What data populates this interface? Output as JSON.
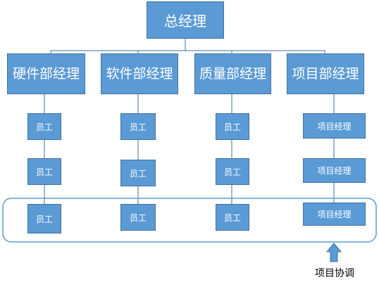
{
  "colors": {
    "box_fill": "#5B9BD5",
    "box_border": "#41719C",
    "connector": "#41719C",
    "group_outline": "#5B9BD5",
    "arrow": "#5B9BD5"
  },
  "top": {
    "label": "总经理"
  },
  "managers": [
    {
      "label": "硬件部经理"
    },
    {
      "label": "软件部经理"
    },
    {
      "label": "质量部经理"
    },
    {
      "label": "项目部经理"
    }
  ],
  "columns": [
    {
      "items": [
        "员工",
        "员工",
        "员工"
      ]
    },
    {
      "items": [
        "员工",
        "员工",
        "员工"
      ]
    },
    {
      "items": [
        "员工",
        "员工",
        "员工"
      ]
    },
    {
      "items": [
        "项目经理",
        "项目经理",
        "项目经理"
      ]
    }
  ],
  "annotation": {
    "label": "项目协调",
    "icon": "up-arrow-icon"
  }
}
